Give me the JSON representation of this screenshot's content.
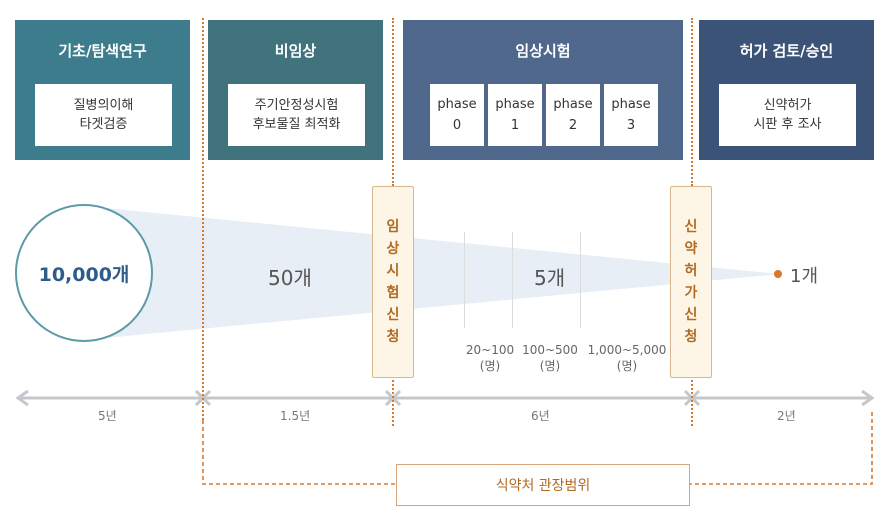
{
  "stages": [
    {
      "title": "기초/탐색연구",
      "box": "질병의이해\n타겟검증",
      "color": "#3d7c8c"
    },
    {
      "title": "비임상",
      "box": "주기안정성시험\n후보물질 최적화",
      "color": "#41737d"
    },
    {
      "title": "임상시험",
      "color": "#50688b",
      "phases": [
        {
          "name": "phase",
          "num": "0"
        },
        {
          "name": "phase",
          "num": "1"
        },
        {
          "name": "phase",
          "num": "2"
        },
        {
          "name": "phase",
          "num": "3"
        }
      ]
    },
    {
      "title": "허가 검토/승인",
      "box": "신약허가\n시판 후 조사",
      "color": "#3a5377"
    }
  ],
  "applications": {
    "clinical": [
      "임",
      "상",
      "시",
      "험",
      "신",
      "청"
    ],
    "approval": [
      "신",
      "약",
      "허",
      "가",
      "신",
      "청"
    ]
  },
  "counts": {
    "initial": "10,000개",
    "preclinical": "50개",
    "clinical": "5개",
    "final": "1개"
  },
  "phase_participants": [
    "20~100\n(명)",
    "100~500\n(명)",
    "1,000~5,000\n(명)"
  ],
  "durations": [
    "5년",
    "1.5년",
    "6년",
    "2년"
  ],
  "mfds_scope": "식약처 관장범위",
  "colors": {
    "accent": "#d77a2e",
    "circle": "#5b9aa6",
    "funnel": "#e7eef5",
    "arrow": "#c4c8cc"
  }
}
